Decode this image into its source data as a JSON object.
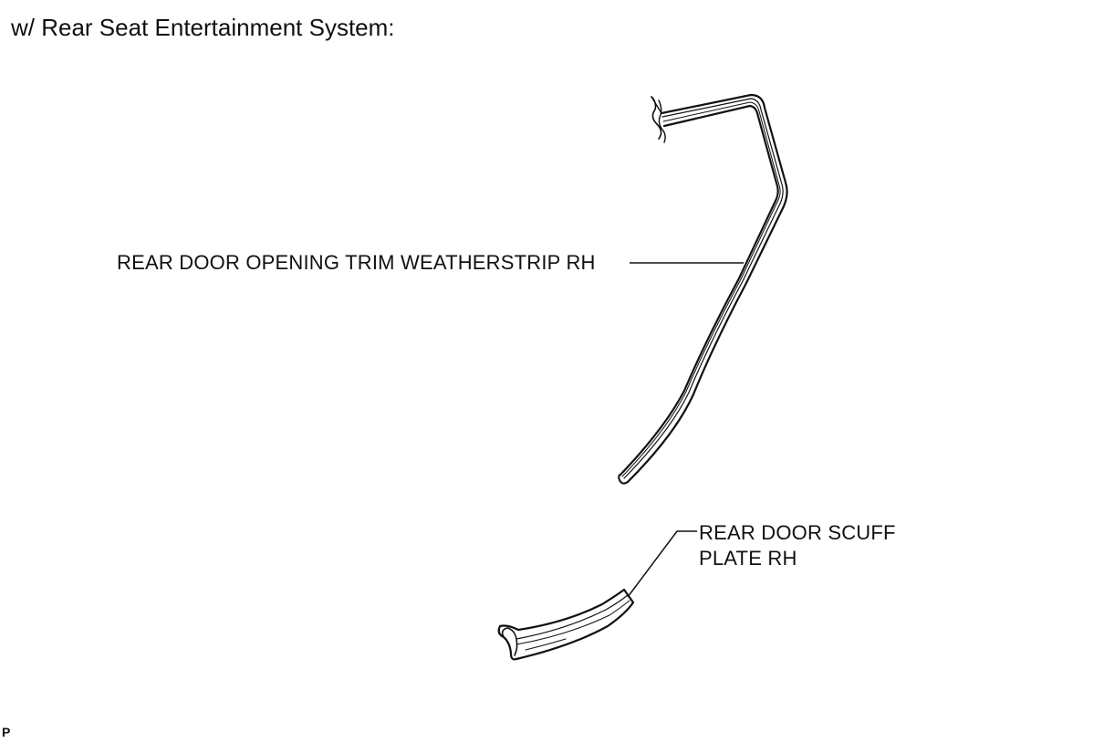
{
  "heading": "w/ Rear Seat Entertainment System:",
  "labels": {
    "weatherstrip": "REAR DOOR OPENING TRIM WEATHERSTRIP RH",
    "scuff_line1": "REAR DOOR SCUFF",
    "scuff_line2": "PLATE RH"
  },
  "footer_code": "P",
  "colors": {
    "line": "#111111",
    "background": "#ffffff"
  }
}
